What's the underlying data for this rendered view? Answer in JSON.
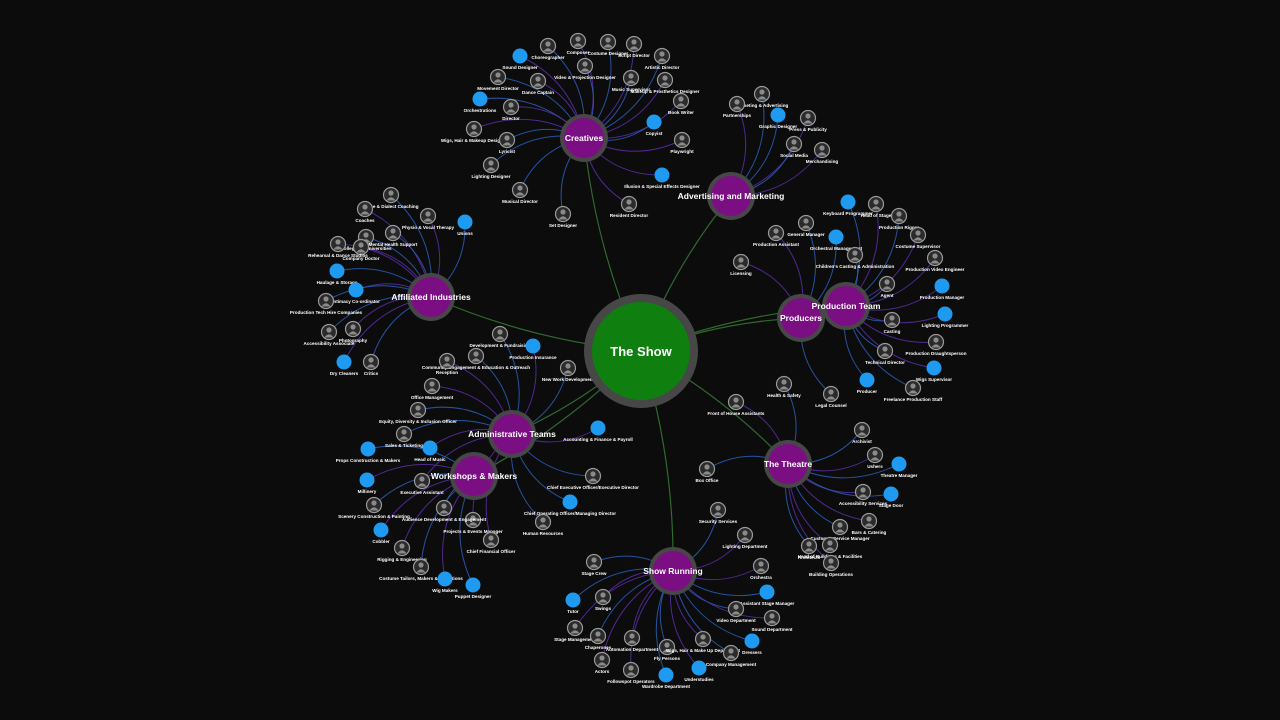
{
  "center": {
    "label": "The Show",
    "color": "#0f8010",
    "ring": "#4a4a4a"
  },
  "colors": {
    "hub": "#7a0e82",
    "hub_ring": "#474747",
    "leaf_blue": "#1e9bf0",
    "leaf_photo": "#8a8a8a",
    "link_center": "#2f6a2f",
    "spoke_a": "#5a2ea8",
    "spoke_b": "#2a5fb8"
  },
  "hubs": [
    {
      "id": "creatives",
      "label": "Creatives",
      "children": [
        {
          "label": "Choreographer",
          "icon": "photo"
        },
        {
          "label": "Composer",
          "icon": "photo"
        },
        {
          "label": "Costume Designer",
          "icon": "photo"
        },
        {
          "label": "Script Director",
          "icon": "photo"
        },
        {
          "label": "Artistic Director",
          "icon": "photo"
        },
        {
          "label": "Sound Designer",
          "icon": "blue"
        },
        {
          "label": "Video & Projection Designer",
          "icon": "photo"
        },
        {
          "label": "Makeup & Prosthetics Designer",
          "icon": "photo"
        },
        {
          "label": "Movement Director",
          "icon": "photo"
        },
        {
          "label": "Dance Captain",
          "icon": "photo"
        },
        {
          "label": "Music Supervisor",
          "icon": "photo"
        },
        {
          "label": "Book Writer",
          "icon": "photo"
        },
        {
          "label": "Orchestrations",
          "icon": "blue"
        },
        {
          "label": "Director",
          "icon": "photo"
        },
        {
          "label": "Copyist",
          "icon": "blue"
        },
        {
          "label": "Wigs, Hair & Makeup Designer",
          "icon": "photo"
        },
        {
          "label": "Lyricist",
          "icon": "photo"
        },
        {
          "label": "Playwright",
          "icon": "photo"
        },
        {
          "label": "Lighting Designer",
          "icon": "photo"
        },
        {
          "label": "Illusion & Special Effects Designer",
          "icon": "blue"
        },
        {
          "label": "Musical Director",
          "icon": "photo"
        },
        {
          "label": "Resident Director",
          "icon": "photo"
        },
        {
          "label": "Set Designer",
          "icon": "photo"
        }
      ]
    },
    {
      "id": "advertising",
      "label": "Advertising and Marketing",
      "children": [
        {
          "label": "Marketing & Advertising",
          "icon": "photo"
        },
        {
          "label": "Partnerships",
          "icon": "photo"
        },
        {
          "label": "Graphic Designer",
          "icon": "blue"
        },
        {
          "label": "Press & Publicity",
          "icon": "photo"
        },
        {
          "label": "Social Media",
          "icon": "photo"
        },
        {
          "label": "Merchandising",
          "icon": "photo"
        }
      ]
    },
    {
      "id": "affiliated",
      "label": "Affiliated Industries",
      "children": [
        {
          "label": "Voice & Dialect Coaching",
          "icon": "photo"
        },
        {
          "label": "Coaches",
          "icon": "photo"
        },
        {
          "label": "Colleges & Universities",
          "icon": "photo"
        },
        {
          "label": "Physio & Vocal Therapy",
          "icon": "photo"
        },
        {
          "label": "Unions",
          "icon": "blue"
        },
        {
          "label": "Company Doctor",
          "icon": "photo"
        },
        {
          "label": "Mental Health Support",
          "icon": "photo"
        },
        {
          "label": "Rehearsal & Dance Studios",
          "icon": "photo"
        },
        {
          "label": "Haulage & Storage",
          "icon": "blue"
        },
        {
          "label": "Intimacy Co-ordinator",
          "icon": "blue"
        },
        {
          "label": "Production Tech Hire Companies",
          "icon": "photo"
        },
        {
          "label": "Photography",
          "icon": "photo"
        },
        {
          "label": "Accessibility Associate",
          "icon": "photo"
        },
        {
          "label": "Dry Cleaners",
          "icon": "blue"
        },
        {
          "label": "Critics",
          "icon": "photo"
        }
      ]
    },
    {
      "id": "producers",
      "label": "Producers",
      "children": [
        {
          "label": "General Manager",
          "icon": "photo"
        },
        {
          "label": "Production Assistant",
          "icon": "photo"
        },
        {
          "label": "Orchestral Management",
          "icon": "blue"
        },
        {
          "label": "Licensing",
          "icon": "photo"
        },
        {
          "label": "Legal Counsel",
          "icon": "photo"
        }
      ]
    },
    {
      "id": "production",
      "label": "Production Team",
      "children": [
        {
          "label": "Keyboard Programmer",
          "icon": "blue"
        },
        {
          "label": "Head of Stage",
          "icon": "photo"
        },
        {
          "label": "Production Rigger",
          "icon": "photo"
        },
        {
          "label": "Costume Supervisor",
          "icon": "photo"
        },
        {
          "label": "Children's Casting & Administration",
          "icon": "photo"
        },
        {
          "label": "Production Video Engineer",
          "icon": "photo"
        },
        {
          "label": "Agent",
          "icon": "photo"
        },
        {
          "label": "Production Manager",
          "icon": "blue"
        },
        {
          "label": "Casting",
          "icon": "photo"
        },
        {
          "label": "Lighting Programmer",
          "icon": "blue"
        },
        {
          "label": "Technical Director",
          "icon": "photo"
        },
        {
          "label": "Production Draughtsperson",
          "icon": "photo"
        },
        {
          "label": "Producer",
          "icon": "blue"
        },
        {
          "label": "Wigs Supervisor",
          "icon": "blue"
        },
        {
          "label": "Freelance Production Staff",
          "icon": "photo"
        }
      ]
    },
    {
      "id": "admin",
      "label": "Administrative Teams",
      "children": [
        {
          "label": "Development & Fundraising",
          "icon": "photo"
        },
        {
          "label": "Production Insurance",
          "icon": "blue"
        },
        {
          "label": "Community Engagement & Education & Outreach",
          "icon": "photo"
        },
        {
          "label": "Reception",
          "icon": "photo"
        },
        {
          "label": "New Work Development",
          "icon": "photo"
        },
        {
          "label": "Office Management",
          "icon": "photo"
        },
        {
          "label": "Equity, Diversity & Inclusion Officer",
          "icon": "photo"
        },
        {
          "label": "Accounting & Finance & Payroll",
          "icon": "blue"
        },
        {
          "label": "Sales & Ticketing",
          "icon": "photo"
        },
        {
          "label": "Head of Music",
          "icon": "blue"
        },
        {
          "label": "Chief Executive Officer/Executive Director",
          "icon": "photo"
        },
        {
          "label": "Executive Assistant",
          "icon": "photo"
        },
        {
          "label": "Chief Operating Officer/Managing Director",
          "icon": "blue"
        },
        {
          "label": "Projects & Events Manager",
          "icon": "photo"
        },
        {
          "label": "Human Resources",
          "icon": "photo"
        },
        {
          "label": "Chief Financial Officer",
          "icon": "photo"
        }
      ]
    },
    {
      "id": "workshops",
      "label": "Workshops & Makers",
      "children": [
        {
          "label": "Props Construction & Makers",
          "icon": "blue"
        },
        {
          "label": "Millinery",
          "icon": "blue"
        },
        {
          "label": "Scenery Construction & Painting",
          "icon": "photo"
        },
        {
          "label": "Cobbler",
          "icon": "blue"
        },
        {
          "label": "Audience Development & Engagement",
          "icon": "photo"
        },
        {
          "label": "Rigging & Engineering",
          "icon": "photo"
        },
        {
          "label": "Costume Tailors, Makers & Alterations",
          "icon": "photo"
        },
        {
          "label": "Wig Makers",
          "icon": "blue"
        },
        {
          "label": "Puppet Designer",
          "icon": "blue"
        }
      ]
    },
    {
      "id": "theatre",
      "label": "The Theatre",
      "children": [
        {
          "label": "Health & Safety",
          "icon": "photo"
        },
        {
          "label": "Front of House Assistants",
          "icon": "photo"
        },
        {
          "label": "Archivist",
          "icon": "photo"
        },
        {
          "label": "Ushers",
          "icon": "photo"
        },
        {
          "label": "Theatre Manager",
          "icon": "blue"
        },
        {
          "label": "Accessibility Services",
          "icon": "photo"
        },
        {
          "label": "Stage Door",
          "icon": "blue"
        },
        {
          "label": "Bars & Catering",
          "icon": "photo"
        },
        {
          "label": "Customer Service Manager",
          "icon": "photo"
        },
        {
          "label": "Head of Buildings & Facilities",
          "icon": "photo"
        },
        {
          "label": "Architects",
          "icon": "photo"
        },
        {
          "label": "Building Operations",
          "icon": "photo"
        },
        {
          "label": "Box Office",
          "icon": "photo"
        }
      ]
    },
    {
      "id": "running",
      "label": "Show Running",
      "children": [
        {
          "label": "Security Services",
          "icon": "photo"
        },
        {
          "label": "Lighting Department",
          "icon": "photo"
        },
        {
          "label": "Stage Crew",
          "icon": "photo"
        },
        {
          "label": "Orchestra",
          "icon": "photo"
        },
        {
          "label": "Tutor",
          "icon": "blue"
        },
        {
          "label": "Swings",
          "icon": "photo"
        },
        {
          "label": "Assistant Stage Manager",
          "icon": "blue"
        },
        {
          "label": "Stage Management",
          "icon": "photo"
        },
        {
          "label": "Video Department",
          "icon": "photo"
        },
        {
          "label": "Sound Department",
          "icon": "photo"
        },
        {
          "label": "Chaperones",
          "icon": "photo"
        },
        {
          "label": "Automation Department",
          "icon": "photo"
        },
        {
          "label": "Fly Persons",
          "icon": "photo"
        },
        {
          "label": "Wigs, Hair & Make Up Department",
          "icon": "photo"
        },
        {
          "label": "Dressers",
          "icon": "blue"
        },
        {
          "label": "Actors",
          "icon": "photo"
        },
        {
          "label": "Company Management",
          "icon": "photo"
        },
        {
          "label": "Followspot Operators",
          "icon": "photo"
        },
        {
          "label": "Wardrobe Department",
          "icon": "blue"
        },
        {
          "label": "Understudies",
          "icon": "blue"
        }
      ]
    }
  ]
}
